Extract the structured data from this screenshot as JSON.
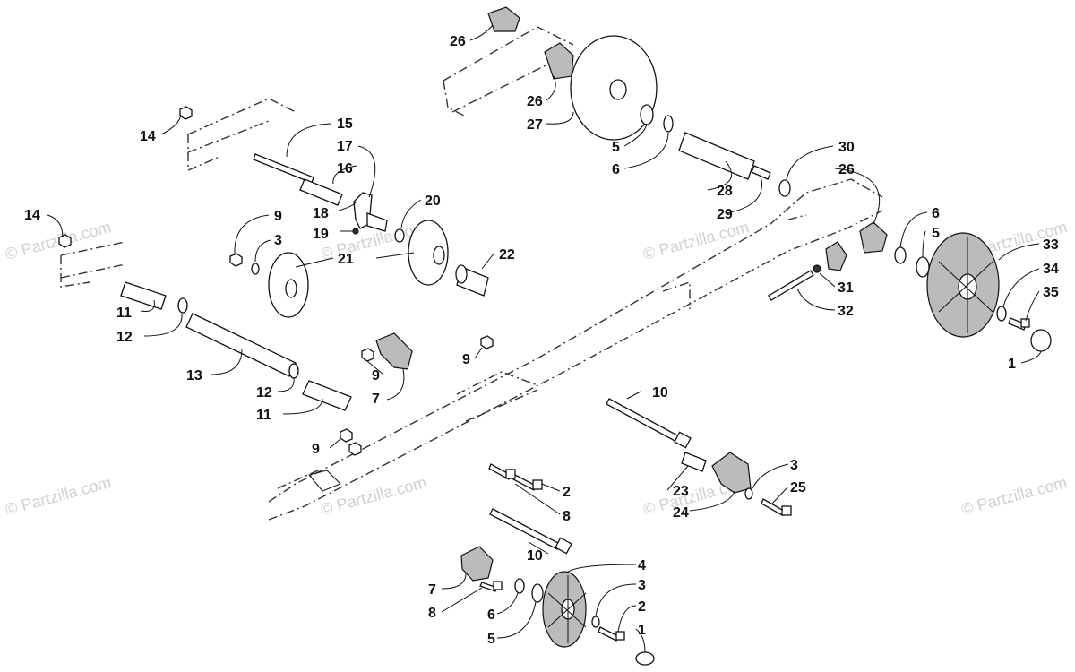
{
  "watermark": "© Partzilla.com",
  "callouts": {
    "c14a": "14",
    "c14b": "14",
    "c15": "15",
    "c16": "16",
    "c17": "17",
    "c18": "18",
    "c19": "19",
    "c20": "20",
    "c9a": "9",
    "c3a": "3",
    "c21": "21",
    "c22": "22",
    "c11a": "11",
    "c12a": "12",
    "c13": "13",
    "c12b": "12",
    "c11b": "11",
    "c9b": "9",
    "c7a": "7",
    "c9c": "9",
    "c10a": "10",
    "c9d": "9",
    "c2a": "2",
    "c8a": "8",
    "c10b": "10",
    "c7b": "7",
    "c8b": "8",
    "c6a": "6",
    "c5a": "5",
    "c4": "4",
    "c3b": "3",
    "c2b": "2",
    "c1a": "1",
    "c23": "23",
    "c24": "24",
    "c3c": "3",
    "c25": "25",
    "c26a": "26",
    "c26b": "26",
    "c27": "27",
    "c5b": "5",
    "c6b": "6",
    "c28": "28",
    "c29": "29",
    "c30": "30",
    "c26c": "26",
    "c6c": "6",
    "c5c": "5",
    "c31": "31",
    "c32": "32",
    "c33": "33",
    "c34": "34",
    "c35": "35",
    "c1b": "1"
  }
}
